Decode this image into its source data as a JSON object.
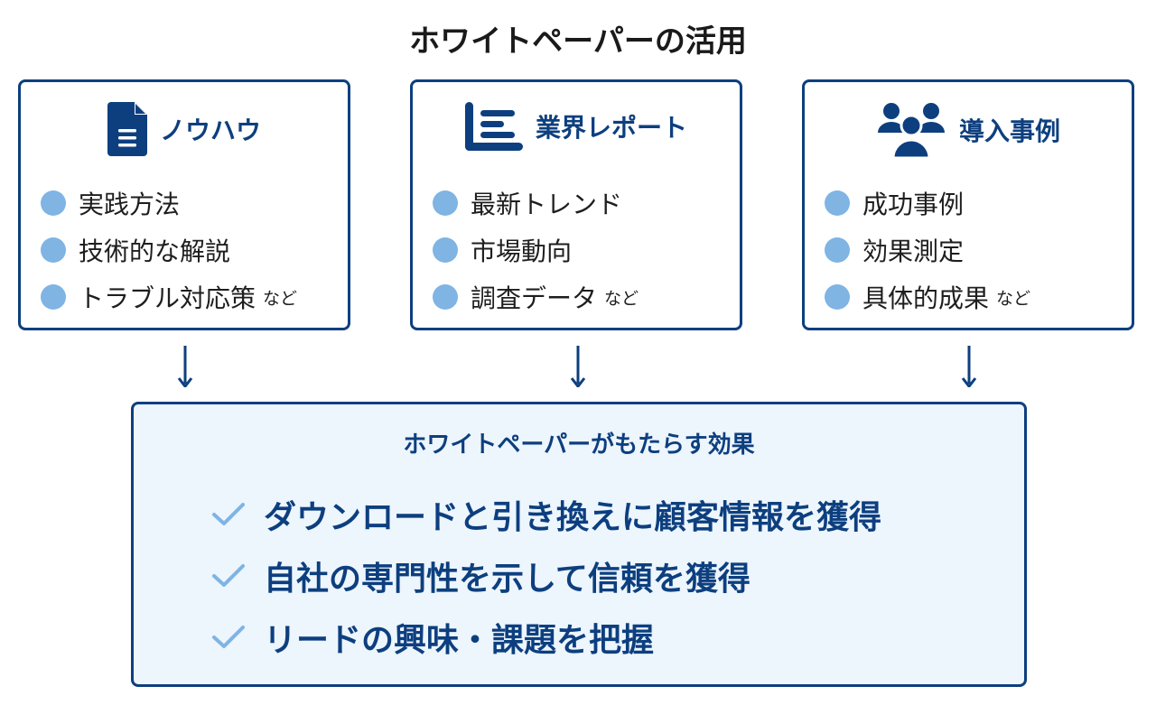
{
  "title": "ホワイトペーパーの活用",
  "cards": [
    {
      "heading": "ノウハウ",
      "icon": "document-icon",
      "items": [
        "実践方法",
        "技術的な解説",
        "トラブル対応策"
      ],
      "suffix": "など"
    },
    {
      "heading": "業界レポート",
      "icon": "report-icon",
      "items": [
        "最新トレンド",
        "市場動向",
        "調査データ"
      ],
      "suffix": "など"
    },
    {
      "heading": "導入事例",
      "icon": "users-icon",
      "items": [
        "成功事例",
        "効果測定",
        "具体的成果"
      ],
      "suffix": "など"
    }
  ],
  "effects": {
    "title": "ホワイトペーパーがもたらす効果",
    "items": [
      "ダウンロードと引き換えに顧客情報を獲得",
      "自社の専門性を示して信頼を獲得",
      "リードの興味・課題を把握"
    ]
  },
  "colors": {
    "primary": "#0d3f7f",
    "bullet": "#7fb4e3",
    "panel": "#edf5fd"
  }
}
